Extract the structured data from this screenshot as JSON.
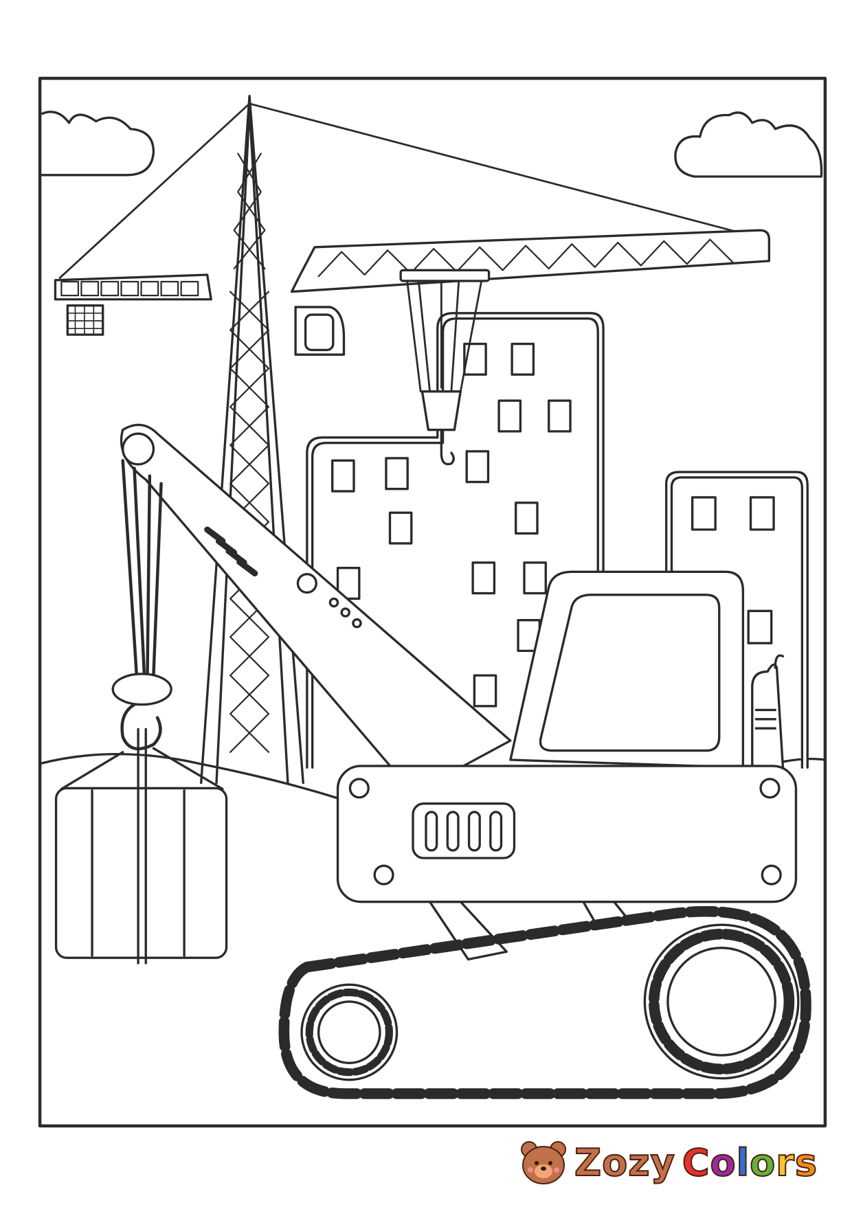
{
  "logo": {
    "word1": "Zozy",
    "word2_letters": [
      "C",
      "o",
      "l",
      "o",
      "r",
      "s"
    ],
    "word2_colors": [
      "#e8302c",
      "#9c2a9c",
      "#2f6fd0",
      "#63b23a",
      "#f6c431",
      "#f08a1c"
    ],
    "word1_color": "#c0714a"
  },
  "colors": {
    "line": "#2b2b2b",
    "background": "#ffffff"
  }
}
